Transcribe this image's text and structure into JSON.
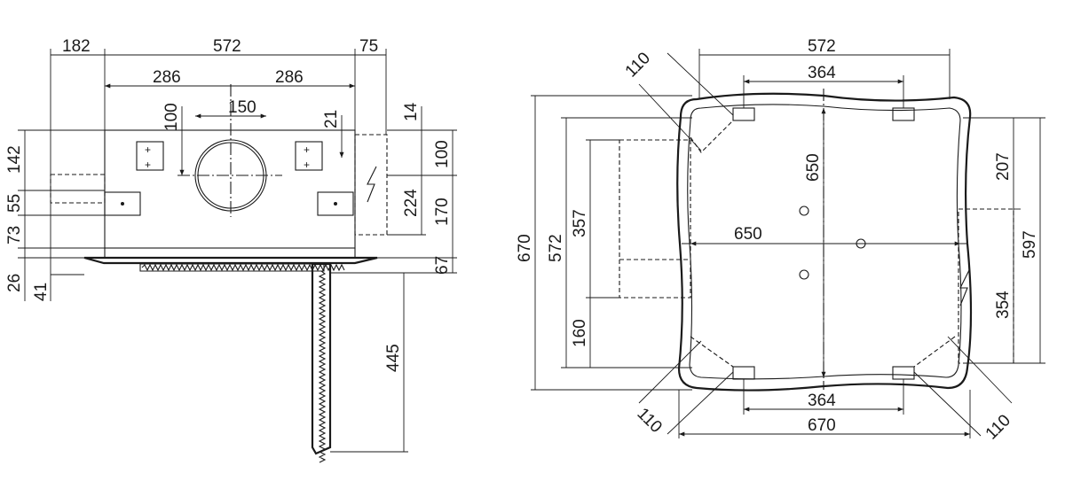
{
  "side_view": {
    "dims": {
      "left_offset": "182",
      "body_width": "572",
      "right_offset": "75",
      "half_left": "286",
      "half_right": "286",
      "duct_diameter": "150",
      "duct_height": "100",
      "bracket_offset": "21",
      "top_gap": "14",
      "top_height": "142",
      "bracket_spacing": "55",
      "lower_height": "73",
      "plate_thickness": "26",
      "plate_drop": "41",
      "right_upper": "100",
      "box_height": "224",
      "right_lower": "170",
      "plate_total": "67",
      "panel_length": "445"
    }
  },
  "top_view": {
    "dims": {
      "outer_width": "572",
      "bracket_spacing_top": "364",
      "corner_tl": "110",
      "inner_height": "650",
      "inner_width": "650",
      "outer_height": "670",
      "left_inner": "572",
      "left_upper": "357",
      "left_lower": "160",
      "right_upper": "207",
      "right_total": "597",
      "right_lower": "354",
      "bracket_spacing_bottom": "364",
      "bottom_width": "670",
      "corner_bl": "110",
      "corner_br": "110"
    }
  }
}
